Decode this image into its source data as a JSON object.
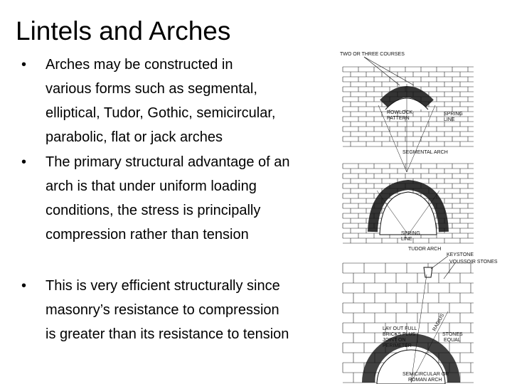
{
  "slide": {
    "title": "Lintels and Arches"
  },
  "bullets": [
    {
      "marker": "•",
      "lines": [
        "Arches may be constructed in",
        "various forms such as segmental,",
        "elliptical, Tudor, Gothic, semicircular,",
        "parabolic, flat or jack arches"
      ]
    },
    {
      "marker": "•",
      "lines": [
        "The primary structural advantage of an",
        "arch is that under uniform loading",
        "conditions, the stress is principally",
        "compression rather than tension"
      ]
    },
    {
      "marker": "•",
      "lines": [
        "This is very efficient structurally  since",
        "masonry’s resistance to compression",
        "is greater than its resistance to tension"
      ]
    }
  ],
  "figure": {
    "labels": {
      "courses": "TWO OR THREE COURSES",
      "rowlock_1": "ROWLOCK",
      "rowlock_2": "PATTERN",
      "spring1_1": "SPRING",
      "spring1_2": "LINE",
      "segmental": "SEGMENTAL ARCH",
      "spring2_1": "SPRING",
      "spring2_2": "LINE",
      "tudor": "TUDOR ARCH",
      "keystone": "KEYSTONE",
      "voussoir": "VOUSSOIR STONES",
      "layout_1": "LAY OUT FULL",
      "layout_2": "BRICKS PLUS",
      "layout_3": "JOINT ON",
      "layout_4": "PERIMETER",
      "radius": "RADIUS",
      "stones_1": "STONES",
      "stones_2": "EQUAL",
      "semicircular_1": "SEMICIRCULAR OR",
      "semicircular_2": "ROMAN ARCH"
    }
  }
}
